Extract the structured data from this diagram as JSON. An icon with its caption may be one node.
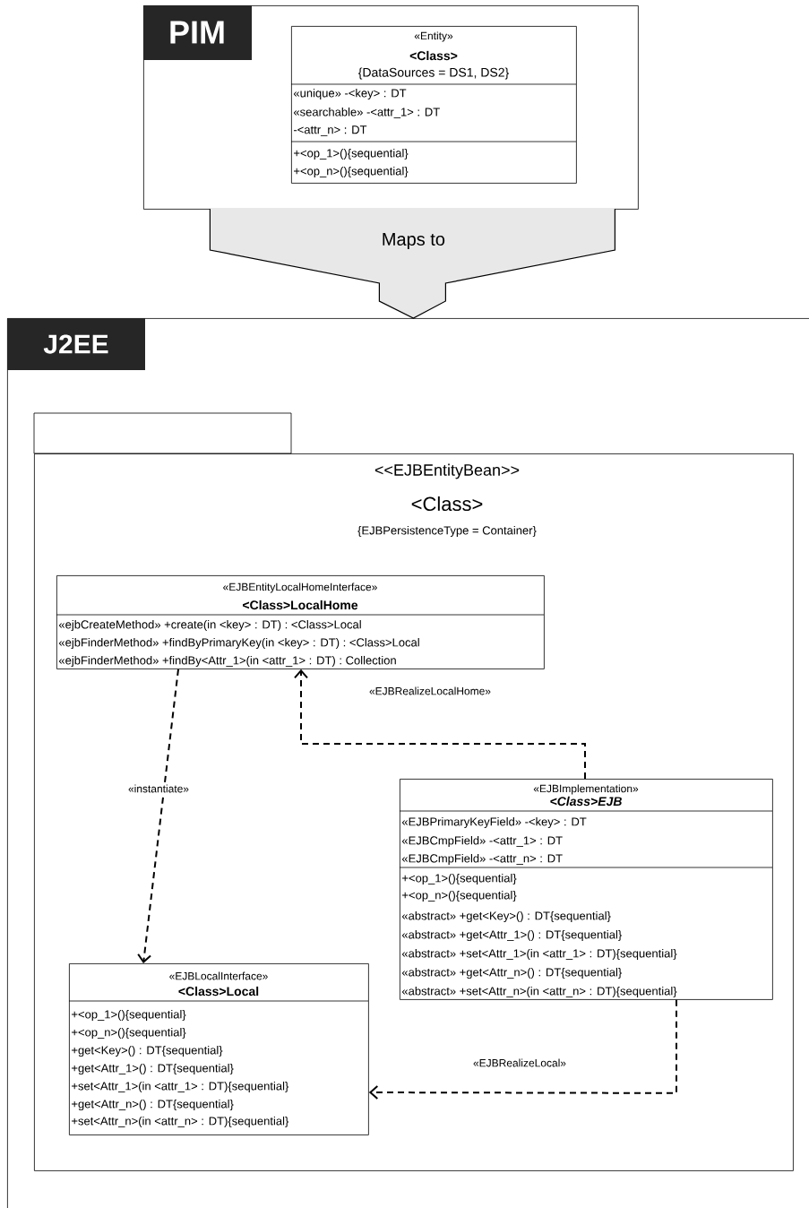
{
  "diagram": {
    "nodes": [
      {
        "text": [
          "PIM"
        ]
      },
      {
        "text": [
          "«Entity»",
          "<Class>",
          "{DataSources = DS1, DS2}",
          "«unique» -<key> : DT",
          "«searchable» -<attr_1> : DT",
          "-<attr_n> : DT",
          "+<op_1>(){sequential}",
          "+<op_n>(){sequential}"
        ],
        "in": 0
      },
      {
        "text": [
          "J2EE"
        ]
      },
      {
        "text": [
          "<<EJBEntityBean>>",
          "<Class>",
          "{EJBPersistenceType = Container}"
        ],
        "in": 2
      },
      {
        "text": [
          "«EJBEntityLocalHomeInterface»",
          "<Class>LocalHome",
          "«ejbCreateMethod» +create(in <key> : DT) : <Class>Local",
          "«ejbFinderMethod» +findByPrimaryKey(in <key> : DT) : <Class>Local",
          "«ejbFinderMethod» +findBy<Attr_1>(in <attr_1> : DT) : Collection"
        ],
        "in": 3
      },
      {
        "text": [
          "«EJBImplementation»",
          "<Class>EJB",
          "«EJBPrimaryKeyField» -<key> : DT",
          "«EJBCmpField» -<attr_1> : DT",
          "«EJBCmpField» -<attr_n> : DT",
          "+<op_1>(){sequential}",
          "+<op_n>(){sequential}",
          "«abstract» +get<Key>() : DT{sequential}",
          "«abstract» +get<Attr_1>() : DT{sequential}",
          "«abstract» +set<Attr_1>(in <attr_1> : DT){sequential}",
          "«abstract» +get<Attr_n>() : DT{sequential}",
          "«abstract» +set<Attr_n>(in <attr_n> : DT){sequential}"
        ],
        "in": 3
      },
      {
        "text": [
          "«EJBLocalInterface»",
          "<Class>Local",
          "+<op_1>(){sequential}",
          "+<op_n>(){sequential}",
          "+get<Key>() : DT{sequential}",
          "+get<Attr_1>() : DT{sequential}",
          "+set<Attr_1>(in <attr_1> : DT){sequential}",
          "+get<Attr_n>() : DT{sequential}",
          "+set<Attr_n>(in <attr_n> : DT){sequential}"
        ],
        "in": 3
      }
    ],
    "edges": [
      {
        "from": 0,
        "to": 2,
        "arrow": "to",
        "label": "Maps to",
        "style": "thick"
      },
      {
        "from": 4,
        "to": 6,
        "arrow": "to",
        "label": "«instantiate»",
        "style": "dashed"
      },
      {
        "from": 5,
        "to": 4,
        "arrow": "to",
        "label": "«EJBRealizeLocalHome»",
        "style": "dashed"
      },
      {
        "from": 5,
        "to": 6,
        "arrow": "to",
        "label": "«EJBRealizeLocal»",
        "style": "dashed"
      }
    ]
  }
}
